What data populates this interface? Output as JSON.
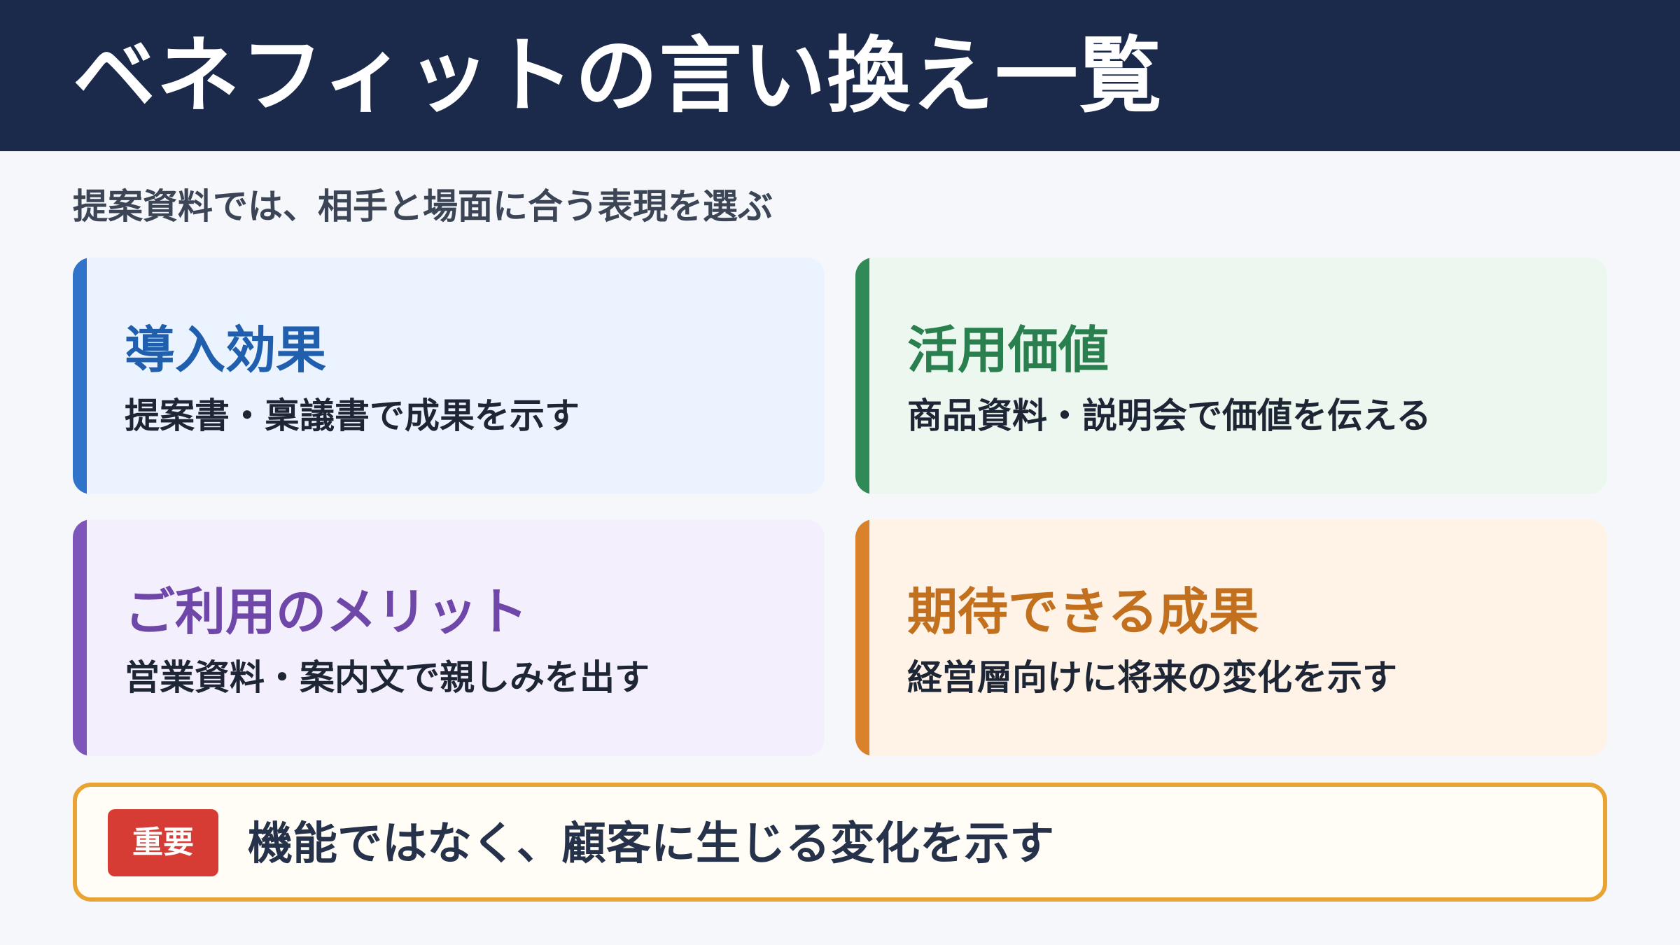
{
  "header": {
    "title": "ベネフィットの言い換え一覧"
  },
  "subtitle": "提案資料では、相手と場面に合う表現を選ぶ",
  "cards": [
    {
      "title": "導入効果",
      "description": "提案書・稟議書で成果を示す",
      "accent_color": "#2f74c9",
      "title_color": "#1f5fae",
      "background_color": "#ebf3fe"
    },
    {
      "title": "活用価値",
      "description": "商品資料・説明会で価値を伝える",
      "accent_color": "#2f8a58",
      "title_color": "#2a7f4f",
      "background_color": "#ecf8ef"
    },
    {
      "title": "ご利用のメリット",
      "description": "営業資料・案内文で親しみを出す",
      "accent_color": "#7e55b8",
      "title_color": "#6f47a8",
      "background_color": "#f3effd"
    },
    {
      "title": "期待できる成果",
      "description": "経営層向けに将来の変化を示す",
      "accent_color": "#d9822b",
      "title_color": "#c26f1e",
      "background_color": "#fef3e6"
    }
  ],
  "callout": {
    "badge": "重要",
    "text": "機能ではなく、顧客に生じる変化を示す",
    "border_color": "#e8a332",
    "badge_color": "#d63c34"
  }
}
